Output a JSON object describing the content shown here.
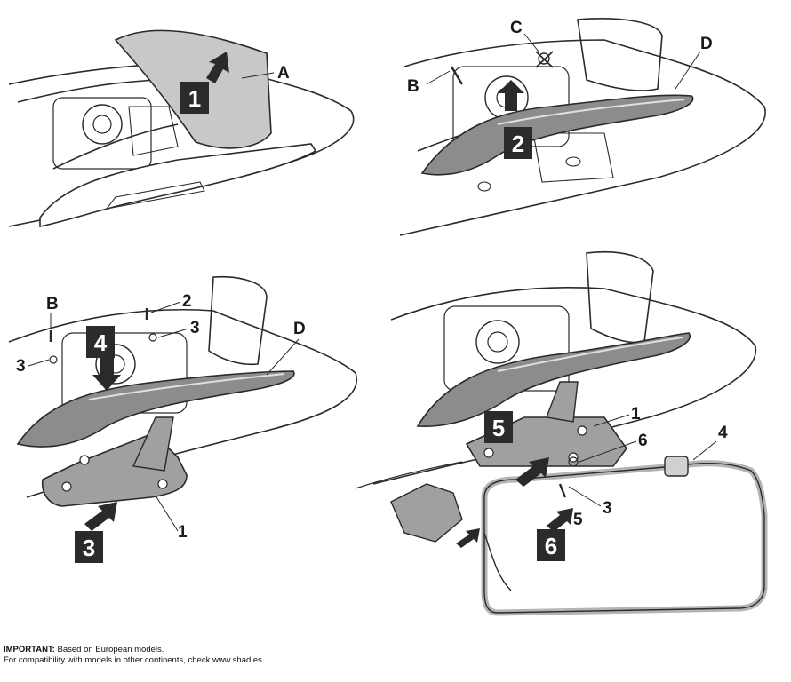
{
  "steps": {
    "s1": "1",
    "s2": "2",
    "s3": "3",
    "s4": "4",
    "s5": "5",
    "s6": "6"
  },
  "callouts": {
    "A": "A",
    "B": "B",
    "C": "C",
    "D": "D",
    "n1": "1",
    "n2": "2",
    "n3": "3",
    "n4": "4",
    "n5": "5",
    "n6": "6"
  },
  "footer": {
    "important_label": "IMPORTANT:",
    "important_text": "Based on European models.",
    "compat_text": "For compatibility with models in other continents, check www.shad.es"
  },
  "colors": {
    "line": "#2a2a2a",
    "cover_fill": "#c8c8c8",
    "handle_fill": "#8c8c8c",
    "bracket_fill": "#a0a0a0",
    "rail_fill": "#b4b4b4",
    "step_box": "#2b2b2b"
  }
}
